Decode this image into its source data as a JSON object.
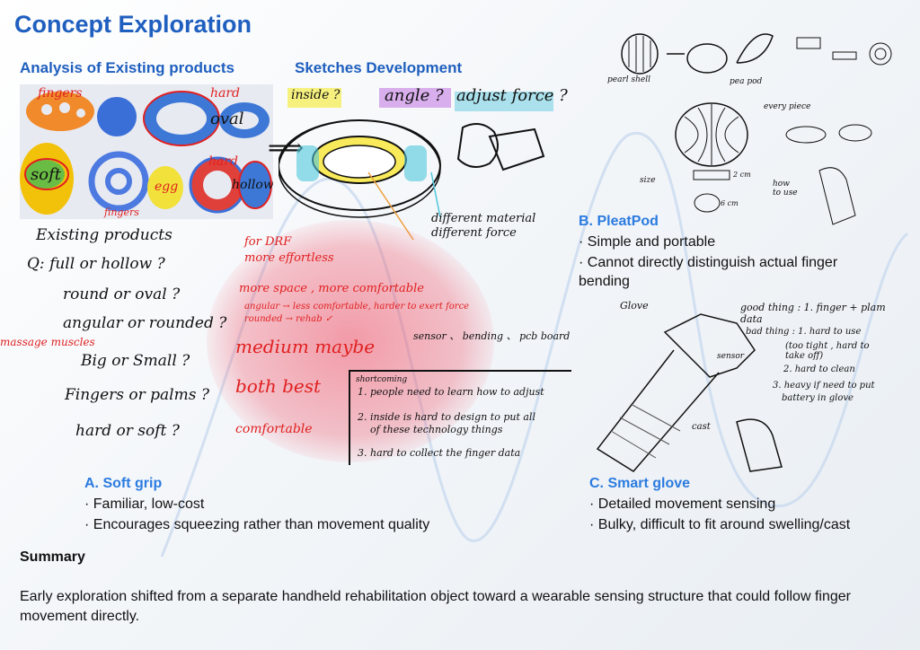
{
  "title": "Concept Exploration",
  "analysis_heading": "Analysis of Existing products",
  "sketches_heading": "Sketches Development",
  "photo_labels": {
    "fingers": "fingers",
    "hard1": "hard",
    "oval": "oval",
    "soft": "soft",
    "egg": "egg",
    "hard2": "hard",
    "hollow": "hollow",
    "fingers2": "fingers"
  },
  "sketch_notes": {
    "inside": "inside ?",
    "angle": "angle ?",
    "adjust": "adjust force ?",
    "material": "different material",
    "force": "different force",
    "sensor": "sensor 、 bending 、 pcb board"
  },
  "questions": {
    "heading": "Existing products",
    "q1": "Q:  full  or  hollow ?",
    "q2": "round  or  oval ?",
    "q3": "angular  or  rounded ?",
    "q3_sub": "massage      muscles",
    "q4": "Big  or  Small ?",
    "q5": "Fingers or palms ?",
    "q6": "hard  or  soft ?"
  },
  "answers": {
    "a1a": "for DRF",
    "a1b": "more effortless",
    "a2": "more space , more comfortable",
    "a3a": "angular → less comfortable, harder to exert force",
    "a3b": "rounded → rehab ✓",
    "a4": "medium maybe",
    "a5": "both best",
    "a6": "comfortable"
  },
  "shortcoming": {
    "title": "shortcoming",
    "l1": "1. people need to learn how to adjust",
    "l2": "2. inside is hard to design to put all",
    "l2b": "of these technology things",
    "l3": "3. hard to collect the finger data"
  },
  "pleat_notes": {
    "pearl": "pearl shell",
    "pod": "pea  pod",
    "every": "every piece",
    "size": "size",
    "cm2": "2 cm",
    "cm6": "6 cm",
    "how": "how to use"
  },
  "glove_notes": {
    "glove": "Glove",
    "good": "good thing : 1. finger + plam data",
    "bad": "bad thing : 1. hard to use",
    "bad1b": "(too tight , hard to take off)",
    "bad2": "2. hard to clean",
    "bad3": "3. heavy if need to put",
    "bad3b": "battery in glove",
    "sensor": "sensor",
    "cast": "cast"
  },
  "pleatpod": {
    "heading": "B. PleatPod",
    "b1": "· Simple and portable",
    "b2": "· Cannot directly distinguish actual finger",
    "b2b": "bending"
  },
  "softgrip": {
    "heading": "A. Soft grip",
    "b1": "· Familiar, low-cost",
    "b2": "· Encourages squeezing rather than movement quality"
  },
  "smartglove": {
    "heading": "C. Smart glove",
    "b1": "· Detailed movement sensing",
    "b2": "· Bulky, difficult to fit around swelling/cast"
  },
  "summary": {
    "heading": "Summary",
    "text": "Early exploration shifted from a separate handheld rehabilitation object toward a wearable sensing structure that could follow finger movement directly."
  }
}
